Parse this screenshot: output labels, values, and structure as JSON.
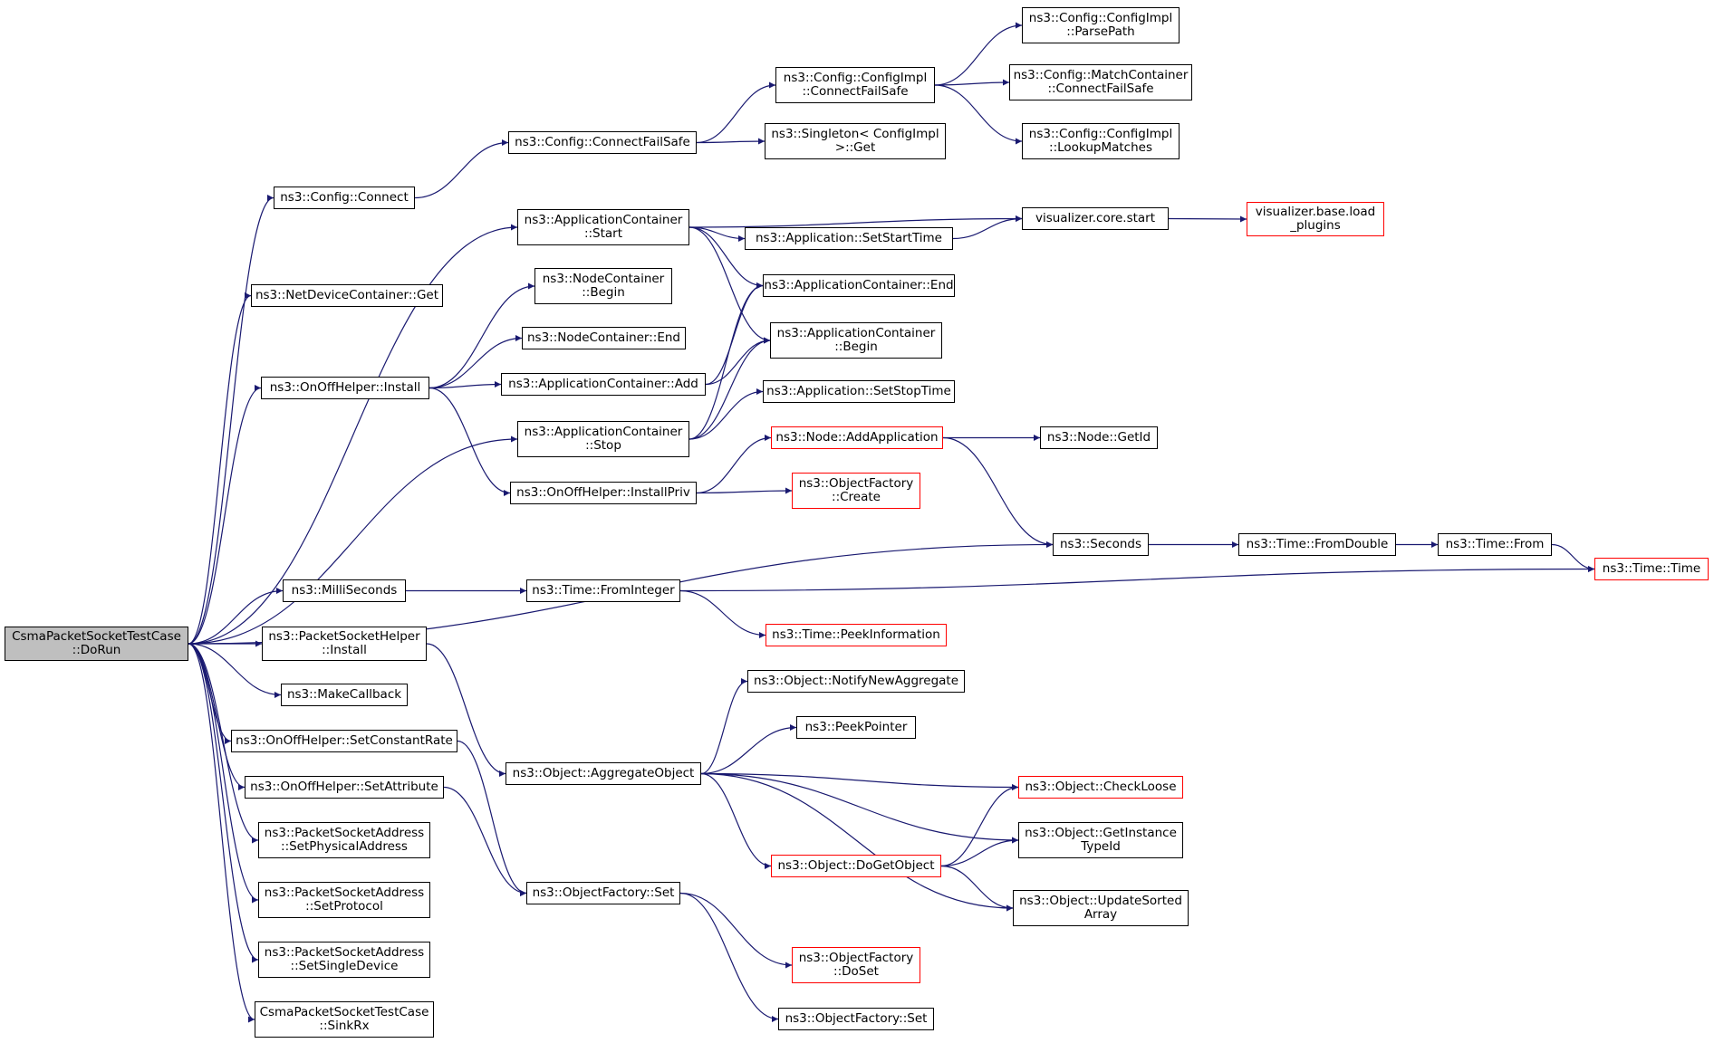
{
  "colors": {
    "edge": "#191970",
    "node_border": "#000000",
    "truncated_border": "#ff0000",
    "root_fill": "#bfbfbf"
  },
  "nodes": [
    {
      "id": "root",
      "lines": [
        "CsmaPacketSocketTestCase",
        "::DoRun"
      ],
      "style": "root"
    },
    {
      "id": "config-connect",
      "lines": [
        "ns3::Config::Connect"
      ]
    },
    {
      "id": "netdevice-get",
      "lines": [
        "ns3::NetDeviceContainer::Get"
      ]
    },
    {
      "id": "onoff-install",
      "lines": [
        "ns3::OnOffHelper::Install"
      ]
    },
    {
      "id": "millis",
      "lines": [
        "ns3::MilliSeconds"
      ]
    },
    {
      "id": "psh-install",
      "lines": [
        "ns3::PacketSocketHelper",
        "::Install"
      ]
    },
    {
      "id": "makecallback",
      "lines": [
        "ns3::MakeCallback"
      ]
    },
    {
      "id": "setconstantrate",
      "lines": [
        "ns3::OnOffHelper::SetConstantRate"
      ]
    },
    {
      "id": "setattribute",
      "lines": [
        "ns3::OnOffHelper::SetAttribute"
      ]
    },
    {
      "id": "setphysical",
      "lines": [
        "ns3::PacketSocketAddress",
        "::SetPhysicalAddress"
      ]
    },
    {
      "id": "setprotocol",
      "lines": [
        "ns3::PacketSocketAddress",
        "::SetProtocol"
      ]
    },
    {
      "id": "setsingle",
      "lines": [
        "ns3::PacketSocketAddress",
        "::SetSingleDevice"
      ]
    },
    {
      "id": "sinkrx",
      "lines": [
        "CsmaPacketSocketTestCase",
        "::SinkRx"
      ]
    },
    {
      "id": "connectfailsafe",
      "lines": [
        "ns3::Config::ConnectFailSafe"
      ]
    },
    {
      "id": "app-start",
      "lines": [
        "ns3::ApplicationContainer",
        "::Start"
      ]
    },
    {
      "id": "nc-begin",
      "lines": [
        "ns3::NodeContainer",
        "::Begin"
      ]
    },
    {
      "id": "nc-end",
      "lines": [
        "ns3::NodeContainer::End"
      ]
    },
    {
      "id": "app-add",
      "lines": [
        "ns3::ApplicationContainer::Add"
      ]
    },
    {
      "id": "app-stop",
      "lines": [
        "ns3::ApplicationContainer",
        "::Stop"
      ]
    },
    {
      "id": "installpriv",
      "lines": [
        "ns3::OnOffHelper::InstallPriv"
      ]
    },
    {
      "id": "fromint",
      "lines": [
        "ns3::Time::FromInteger"
      ]
    },
    {
      "id": "aggregate",
      "lines": [
        "ns3::Object::AggregateObject"
      ]
    },
    {
      "id": "of-set",
      "lines": [
        "ns3::ObjectFactory::Set"
      ]
    },
    {
      "id": "cfgimpl-cfs",
      "lines": [
        "ns3::Config::ConfigImpl",
        "::ConnectFailSafe"
      ]
    },
    {
      "id": "singleton-get",
      "lines": [
        "ns3::Singleton< ConfigImpl",
        " >::Get"
      ]
    },
    {
      "id": "setstarttime",
      "lines": [
        "ns3::Application::SetStartTime"
      ]
    },
    {
      "id": "app-end",
      "lines": [
        "ns3::ApplicationContainer::End"
      ]
    },
    {
      "id": "app-begin",
      "lines": [
        "ns3::ApplicationContainer",
        "::Begin"
      ]
    },
    {
      "id": "setstoptime",
      "lines": [
        "ns3::Application::SetStopTime"
      ]
    },
    {
      "id": "addapplication",
      "lines": [
        "ns3::Node::AddApplication"
      ],
      "style": "red"
    },
    {
      "id": "of-create",
      "lines": [
        "ns3::ObjectFactory",
        "::Create"
      ],
      "style": "red"
    },
    {
      "id": "peekinfo",
      "lines": [
        "ns3::Time::PeekInformation"
      ],
      "style": "red"
    },
    {
      "id": "notifynew",
      "lines": [
        "ns3::Object::NotifyNewAggregate"
      ]
    },
    {
      "id": "peekpointer",
      "lines": [
        "ns3::PeekPointer"
      ]
    },
    {
      "id": "dogetobject",
      "lines": [
        "ns3::Object::DoGetObject"
      ],
      "style": "red"
    },
    {
      "id": "of-doset",
      "lines": [
        "ns3::ObjectFactory",
        "::DoSet"
      ],
      "style": "red"
    },
    {
      "id": "of-set2",
      "lines": [
        "ns3::ObjectFactory::Set"
      ]
    },
    {
      "id": "parsepath",
      "lines": [
        "ns3::Config::ConfigImpl",
        "::ParsePath"
      ]
    },
    {
      "id": "mc-cfs",
      "lines": [
        "ns3::Config::MatchContainer",
        "::ConnectFailSafe"
      ]
    },
    {
      "id": "lookup",
      "lines": [
        "ns3::Config::ConfigImpl",
        "::LookupMatches"
      ]
    },
    {
      "id": "viz-start",
      "lines": [
        "visualizer.core.start"
      ]
    },
    {
      "id": "viz-load",
      "lines": [
        "visualizer.base.load",
        "_plugins"
      ],
      "style": "red"
    },
    {
      "id": "getid",
      "lines": [
        "ns3::Node::GetId"
      ]
    },
    {
      "id": "seconds",
      "lines": [
        "ns3::Seconds"
      ]
    },
    {
      "id": "fromdouble",
      "lines": [
        "ns3::Time::FromDouble"
      ]
    },
    {
      "id": "time-from",
      "lines": [
        "ns3::Time::From"
      ]
    },
    {
      "id": "time-time",
      "lines": [
        "ns3::Time::Time"
      ],
      "style": "red"
    },
    {
      "id": "checkloose",
      "lines": [
        "ns3::Object::CheckLoose"
      ],
      "style": "red"
    },
    {
      "id": "getinstance",
      "lines": [
        "ns3::Object::GetInstance",
        "TypeId"
      ]
    },
    {
      "id": "updatesorted",
      "lines": [
        "ns3::Object::UpdateSorted",
        "Array"
      ]
    }
  ],
  "edges": [
    [
      "root",
      "config-connect"
    ],
    [
      "root",
      "netdevice-get"
    ],
    [
      "root",
      "app-start"
    ],
    [
      "root",
      "onoff-install"
    ],
    [
      "root",
      "app-stop"
    ],
    [
      "root",
      "seconds"
    ],
    [
      "root",
      "millis"
    ],
    [
      "root",
      "psh-install"
    ],
    [
      "root",
      "makecallback"
    ],
    [
      "root",
      "setconstantrate"
    ],
    [
      "root",
      "setattribute"
    ],
    [
      "root",
      "setphysical"
    ],
    [
      "root",
      "setprotocol"
    ],
    [
      "root",
      "setsingle"
    ],
    [
      "root",
      "sinkrx"
    ],
    [
      "config-connect",
      "connectfailsafe"
    ],
    [
      "connectfailsafe",
      "cfgimpl-cfs"
    ],
    [
      "connectfailsafe",
      "singleton-get"
    ],
    [
      "cfgimpl-cfs",
      "parsepath"
    ],
    [
      "cfgimpl-cfs",
      "mc-cfs"
    ],
    [
      "cfgimpl-cfs",
      "lookup"
    ],
    [
      "app-start",
      "viz-start"
    ],
    [
      "app-start",
      "setstarttime"
    ],
    [
      "app-start",
      "app-end"
    ],
    [
      "app-start",
      "app-begin"
    ],
    [
      "setstarttime",
      "viz-start"
    ],
    [
      "viz-start",
      "viz-load"
    ],
    [
      "onoff-install",
      "nc-begin"
    ],
    [
      "onoff-install",
      "nc-end"
    ],
    [
      "onoff-install",
      "app-add"
    ],
    [
      "onoff-install",
      "installpriv"
    ],
    [
      "app-add",
      "app-end"
    ],
    [
      "app-add",
      "app-begin"
    ],
    [
      "app-stop",
      "app-end"
    ],
    [
      "app-stop",
      "app-begin"
    ],
    [
      "app-stop",
      "setstoptime"
    ],
    [
      "installpriv",
      "addapplication"
    ],
    [
      "installpriv",
      "of-create"
    ],
    [
      "addapplication",
      "getid"
    ],
    [
      "addapplication",
      "seconds"
    ],
    [
      "seconds",
      "fromdouble"
    ],
    [
      "fromdouble",
      "time-from"
    ],
    [
      "time-from",
      "time-time"
    ],
    [
      "millis",
      "fromint"
    ],
    [
      "fromint",
      "time-time"
    ],
    [
      "fromint",
      "peekinfo"
    ],
    [
      "psh-install",
      "aggregate"
    ],
    [
      "setconstantrate",
      "of-set"
    ],
    [
      "setattribute",
      "of-set"
    ],
    [
      "aggregate",
      "notifynew"
    ],
    [
      "aggregate",
      "peekpointer"
    ],
    [
      "aggregate",
      "checkloose"
    ],
    [
      "aggregate",
      "getinstance"
    ],
    [
      "aggregate",
      "dogetobject"
    ],
    [
      "aggregate",
      "updatesorted"
    ],
    [
      "dogetobject",
      "checkloose"
    ],
    [
      "dogetobject",
      "getinstance"
    ],
    [
      "dogetobject",
      "updatesorted"
    ],
    [
      "of-set",
      "of-doset"
    ],
    [
      "of-set",
      "of-set2"
    ]
  ]
}
